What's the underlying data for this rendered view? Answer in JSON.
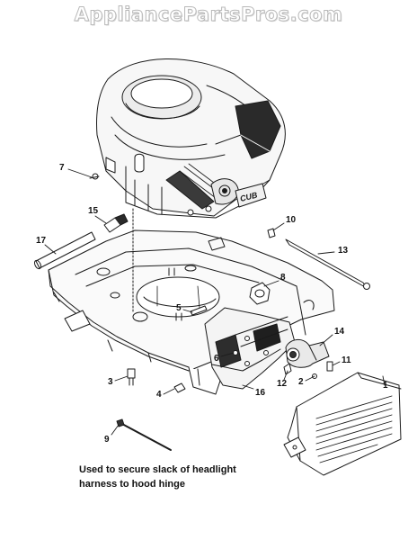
{
  "watermark": "AppliancePartsPros.com",
  "callouts": [
    "1",
    "2",
    "3",
    "4",
    "5",
    "6",
    "7",
    "8",
    "9",
    "10",
    "11",
    "12",
    "13",
    "14",
    "15",
    "16",
    "17"
  ],
  "note": {
    "line1": "Used to secure slack of headlight",
    "line2": "harness to hood hinge"
  },
  "engine_badge": "CUB"
}
